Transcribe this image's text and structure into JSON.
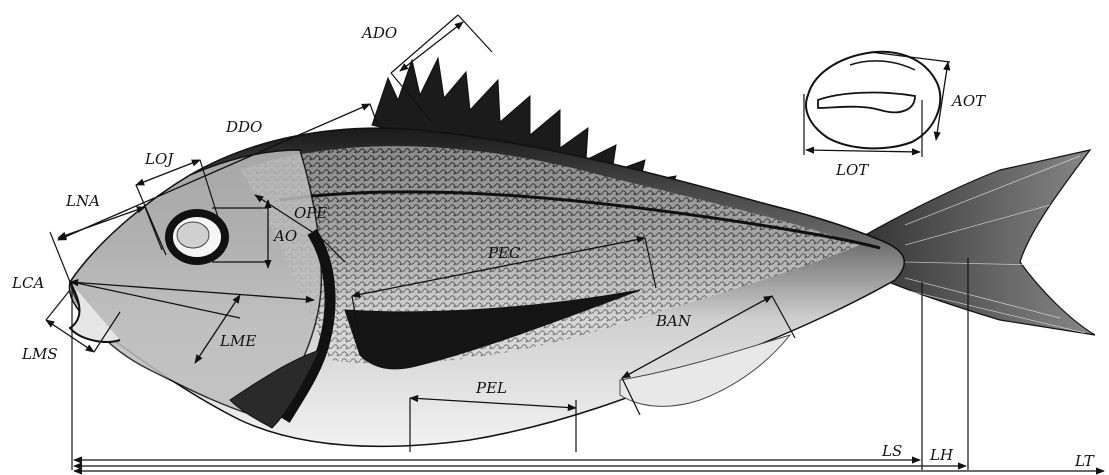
{
  "labels": {
    "ADO": "ADO",
    "DDO": "DDO",
    "LOJ": "LOJ",
    "LNA": "LNA",
    "OPE": "OPE",
    "AO": "AO",
    "PEC": "PEC",
    "LCA": "LCA",
    "LMS": "LMS",
    "LME": "LME",
    "BAN": "BAN",
    "PEL": "PEL",
    "LS": "LS",
    "LH": "LH",
    "LT": "LT",
    "AOT": "AOT",
    "LOT": "LOT"
  }
}
